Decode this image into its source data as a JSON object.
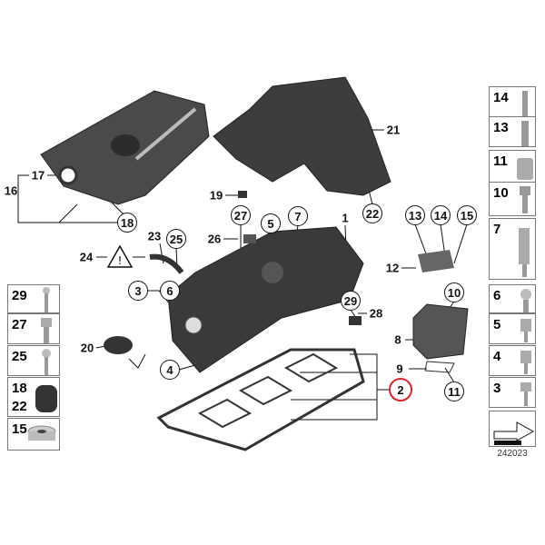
{
  "diagram": {
    "callouts": [
      {
        "label": "16"
      },
      {
        "label": "17"
      },
      {
        "label": "18"
      },
      {
        "label": "19"
      },
      {
        "label": "21"
      },
      {
        "label": "22"
      },
      {
        "label": "27"
      },
      {
        "label": "5"
      },
      {
        "label": "7"
      },
      {
        "label": "1"
      },
      {
        "label": "26"
      },
      {
        "label": "23"
      },
      {
        "label": "25"
      },
      {
        "label": "24"
      },
      {
        "label": "13"
      },
      {
        "label": "14"
      },
      {
        "label": "15"
      },
      {
        "label": "12"
      },
      {
        "label": "10"
      },
      {
        "label": "3"
      },
      {
        "label": "6"
      },
      {
        "label": "29"
      },
      {
        "label": "28"
      },
      {
        "label": "8"
      },
      {
        "label": "20"
      },
      {
        "label": "4"
      },
      {
        "label": "9"
      },
      {
        "label": "2"
      },
      {
        "label": "11"
      }
    ],
    "highlight_color": "#d8262b",
    "right_column": [
      "14",
      "13",
      "11",
      "10",
      "7",
      "6",
      "5",
      "4",
      "3"
    ],
    "left_column": [
      "29",
      "27",
      "25",
      "18",
      "22",
      "15"
    ],
    "drawing_code": "242023"
  }
}
